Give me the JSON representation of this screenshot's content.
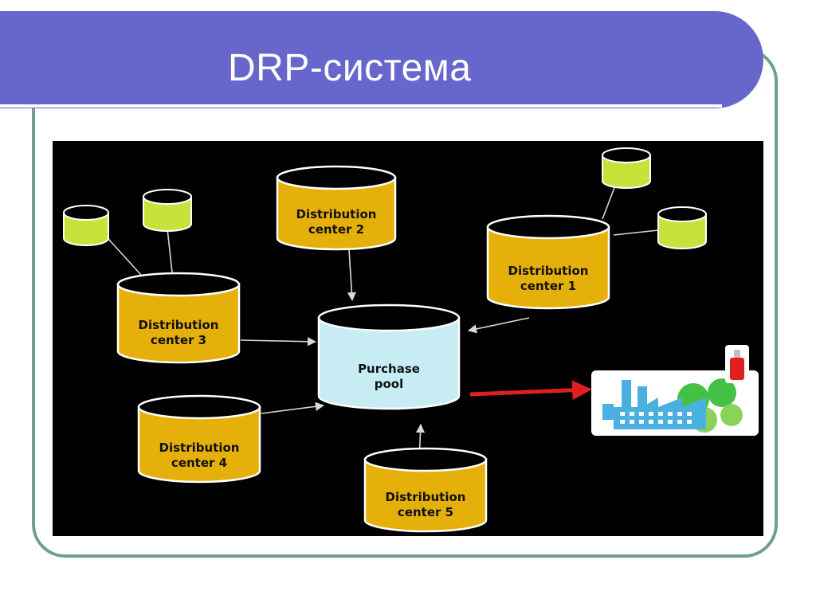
{
  "slide": {
    "title": "DRP-система"
  },
  "diagram": {
    "center": {
      "line1": "Purchase",
      "line2": "pool"
    },
    "centers": [
      {
        "line1": "Distribution",
        "line2": "center 1"
      },
      {
        "line1": "Distribution",
        "line2": "center 2"
      },
      {
        "line1": "Distribution",
        "line2": "center 3"
      },
      {
        "line1": "Distribution",
        "line2": "center 4"
      },
      {
        "line1": "Distribution",
        "line2": "center 5"
      }
    ],
    "colors": {
      "background": "#000000",
      "distribution_center": "#e6b00a",
      "purchase_pool": "#c8ecf4",
      "small_store": "#c8e23c",
      "arrow_red": "#e02020",
      "factory": "#4ab0e0"
    },
    "icons": [
      "factory-icon",
      "fuel-tank-icon",
      "tree-icon"
    ]
  }
}
